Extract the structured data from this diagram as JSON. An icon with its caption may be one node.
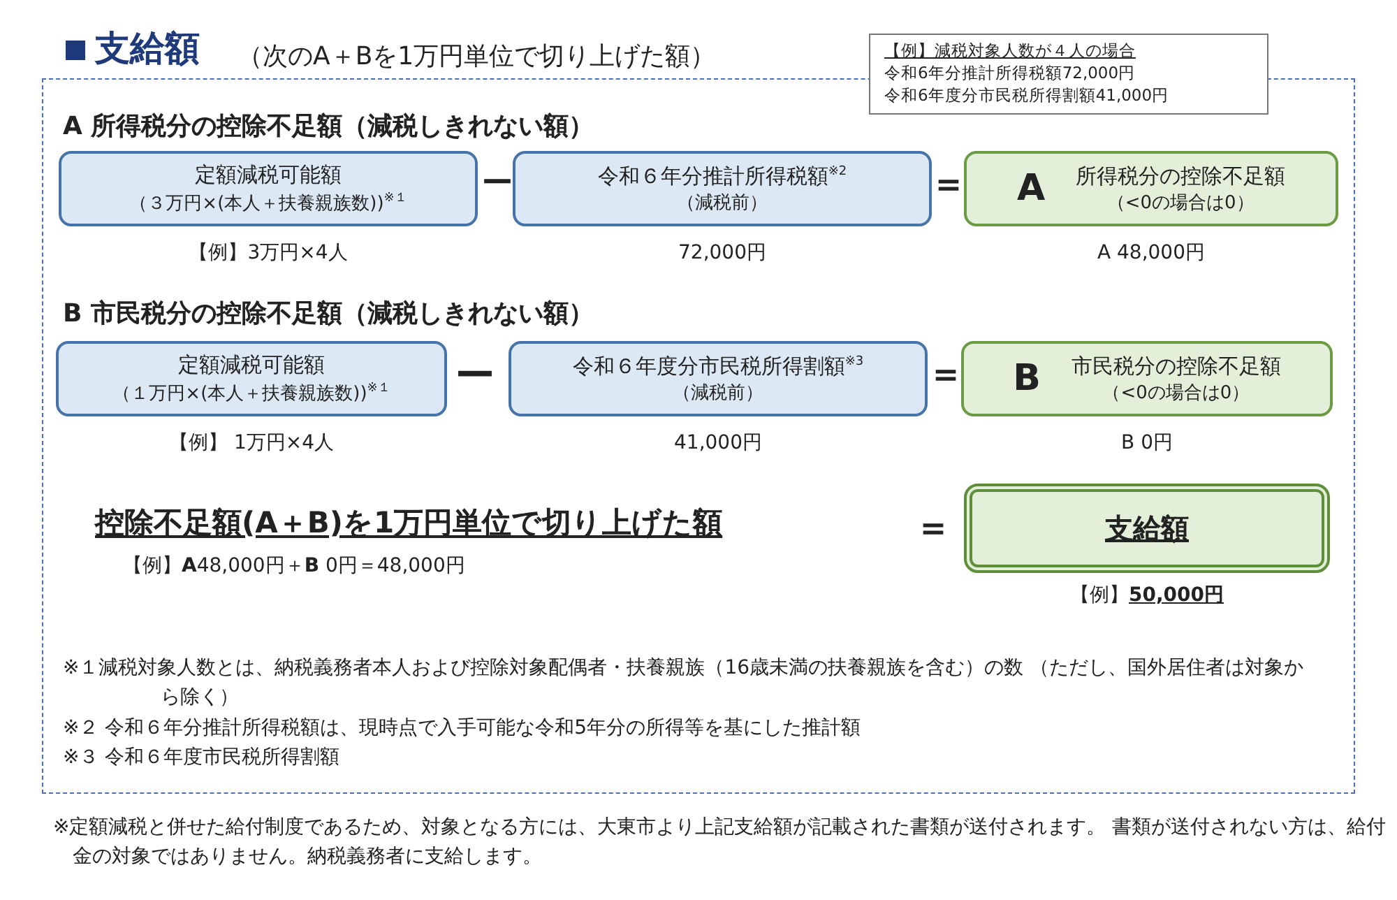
{
  "diagram": {
    "title": "支給額",
    "nodes": [
      {
        "text": [
          "【例】減税対象人数が４人の場合",
          "令和6年分推計所得税額72,000円",
          "令和6年度分市民税所得割額41,000円"
        ]
      },
      {
        "text": [
          "定額減税可能額",
          "（３万円×(本人＋扶養親族数))$^{※１}$"
        ],
        "beside": [
          "【例】3万円×4人"
        ]
      },
      {
        "text": [
          "令和６年分推計所得税額$^{※2}$",
          "（減税前）"
        ],
        "beside": [
          "72,000円"
        ]
      },
      {
        "text": [
          "A",
          "所得税分の控除不足額",
          "（<0の場合は0）"
        ],
        "beside": [
          "A 48,000円"
        ]
      },
      {
        "text": [
          "定額減税可能額",
          "（１万円×(本人＋扶養親族数))$^{※１}$"
        ],
        "beside": [
          "【例】 1万円×4人"
        ]
      },
      {
        "text": [
          "令和６年度分市民税所得割額$^{※3}$",
          "（減税前）"
        ],
        "beside": [
          "41,000円"
        ]
      },
      {
        "text": [
          "B",
          "市民税分の控除不足額",
          "（<0の場合は0）"
        ],
        "beside": [
          "B 0円"
        ]
      },
      {
        "text": [
          "支給額"
        ],
        "beside": [
          "【例】**50,000円**"
        ]
      }
    ],
    "edges": [],
    "labels": [
      "（次のA＋Bを1万円単位で切り上げた額）",
      "A 所得税分の控除不足額（減税しきれない額）",
      "ー",
      "＝",
      "B 市民税分の控除不足額（減税しきれない額）",
      "ー",
      "＝",
      "控除不足額(A＋B)を1万円単位で切り上げた額",
      "＝",
      "【例】**A**48,000円＋**B** 0円＝48,000円",
      "※１減税対象人数とは、納税義務者本人および控除対象配偶者・扶養親族（16歳未満の扶養親族を含む）の数 （ただし、国外居住者は対象から除く）",
      "※２ 令和６年分推計所得税額は、現時点で入手可能な令和5年分の所得等を基にした推計額",
      "※３ 令和６年度市民税所得割額",
      "※定額減税と併せた給付制度であるため、対象となる方には、大東市より上記支給額が記載された書類が送付されます。 書類が送付されない方は、給付金の対象ではありません。納税義務者に支給します。"
    ]
  }
}
